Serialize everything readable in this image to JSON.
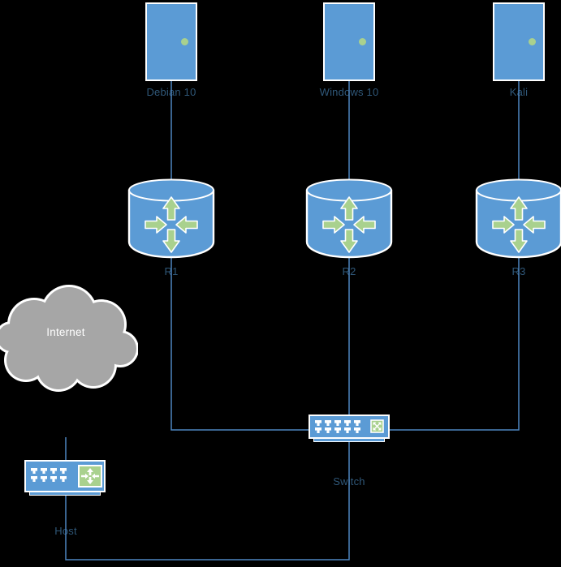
{
  "diagram": {
    "background_color": "#000000",
    "colors": {
      "node_fill": "#5B9BD5",
      "node_accent_green": "#A9D18E",
      "cloud_fill": "#A6A6A6",
      "label_text": "#2F5778",
      "cloud_label_text": "#FFFFFF",
      "connector_line": "#4E86C0"
    },
    "servers": [
      {
        "id": "debian",
        "label": "Debian 10"
      },
      {
        "id": "windows",
        "label": "Windows 10"
      },
      {
        "id": "kali",
        "label": "Kali"
      }
    ],
    "routers": [
      {
        "id": "r1",
        "label": "R1"
      },
      {
        "id": "r2",
        "label": "R2"
      },
      {
        "id": "r3",
        "label": "R3"
      }
    ],
    "cloud": {
      "label": "Internet"
    },
    "switch": {
      "label": "Switch"
    },
    "host": {
      "label": "Host"
    }
  }
}
